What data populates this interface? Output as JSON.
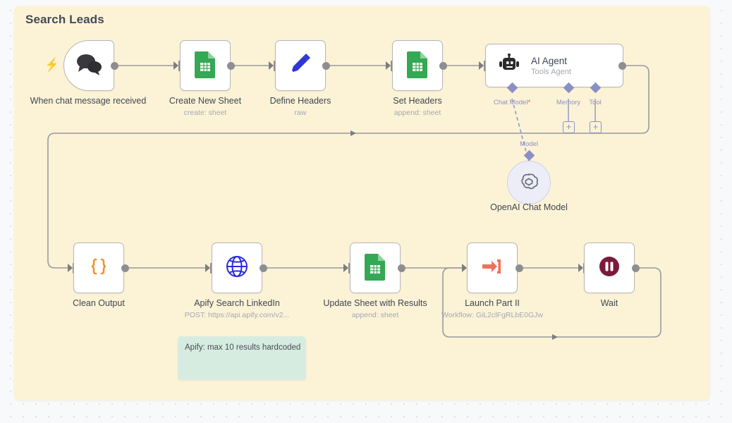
{
  "canvas": {
    "background_color": "#f8f9fb",
    "panel_color": "#fcf3d7",
    "accent_ai_color": "#8b90c4",
    "edge_color": "#9a9a9a"
  },
  "panel": {
    "title": "Search Leads"
  },
  "sticky_note": {
    "text": "Apify: max 10 results hardcoded",
    "color": "#d7ece0"
  },
  "nodes": [
    {
      "id": "chat-trigger",
      "name": "When chat message received",
      "subtitle": "",
      "icon": "chat-bubbles-icon",
      "shape": "trigger"
    },
    {
      "id": "create-new-sheet",
      "name": "Create New Sheet",
      "subtitle": "create: sheet",
      "icon": "google-sheets-icon",
      "shape": "square"
    },
    {
      "id": "define-headers",
      "name": "Define Headers",
      "subtitle": "raw",
      "icon": "edit-pencil-icon",
      "shape": "square"
    },
    {
      "id": "set-headers",
      "name": "Set Headers",
      "subtitle": "append: sheet",
      "icon": "google-sheets-icon",
      "shape": "square"
    },
    {
      "id": "ai-agent",
      "name": "AI Agent",
      "subtitle": "Tools Agent",
      "icon": "robot-icon",
      "shape": "wide"
    },
    {
      "id": "openai-chat-model",
      "name": "OpenAI Chat Model",
      "subtitle": "",
      "icon": "openai-icon",
      "shape": "circle"
    },
    {
      "id": "clean-output",
      "name": "Clean Output",
      "subtitle": "",
      "icon": "code-braces-icon",
      "shape": "square"
    },
    {
      "id": "apify-search-linkedin",
      "name": "Apify Search LinkedIn",
      "subtitle": "POST: https://api.apify.com/v2...",
      "icon": "globe-icon",
      "shape": "square"
    },
    {
      "id": "update-sheet-with-results",
      "name": "Update Sheet with Results",
      "subtitle": "append: sheet",
      "icon": "google-sheets-icon",
      "shape": "square"
    },
    {
      "id": "launch-part-ii",
      "name": "Launch Part II",
      "subtitle": "Workflow: GiL2clFgRLbE0GJw",
      "icon": "execute-workflow-icon",
      "shape": "square"
    },
    {
      "id": "wait",
      "name": "Wait",
      "subtitle": "",
      "icon": "pause-icon",
      "shape": "square"
    }
  ],
  "agent_ports": [
    {
      "label": "Chat Model",
      "required": true,
      "has_plus": false
    },
    {
      "label": "Memory",
      "required": false,
      "has_plus": true
    },
    {
      "label": "Tool",
      "required": false,
      "has_plus": true
    }
  ],
  "connection_labels": {
    "model": "Model"
  },
  "plus_glyph": "+"
}
